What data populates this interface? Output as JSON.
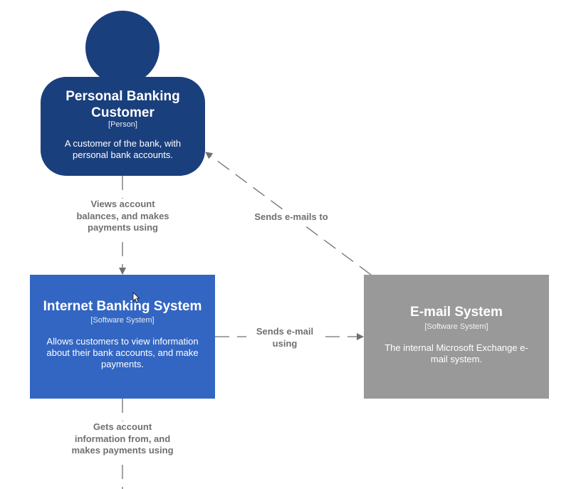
{
  "person": {
    "name": "Personal Banking Customer",
    "type": "[Person]",
    "description": "A customer of the bank, with personal bank accounts."
  },
  "internet_banking": {
    "name": "Internet Banking System",
    "type": "[Software System]",
    "description": "Allows customers to view information about their bank accounts, and make payments."
  },
  "email_system": {
    "name": "E-mail System",
    "type": "[Software System]",
    "description": "The internal Microsoft Exchange e-mail system."
  },
  "relationships": {
    "views": "Views account balances, and makes payments using",
    "sends_emails": "Sends e-mails to",
    "sends_email_using": "Sends e-mail using",
    "gets_info": "Gets account information from, and makes payments using"
  },
  "colors": {
    "person": "#1a3f7d",
    "internet_banking": "#3366c2",
    "email_system": "#999999",
    "connector": "#707070"
  }
}
